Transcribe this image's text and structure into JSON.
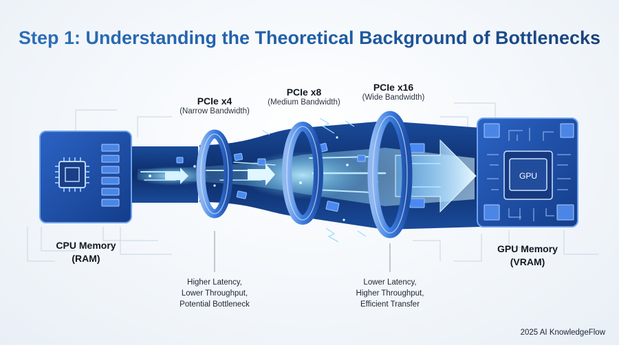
{
  "title": "Step 1: Understanding the Theoretical Background of Bottlenecks",
  "lanes": [
    {
      "name": "PCIe x4",
      "sub": "(Narrow Bandwidth)"
    },
    {
      "name": "PCIe x8",
      "sub": "(Medium Bandwidth)"
    },
    {
      "name": "PCIe x16",
      "sub": "(Wide Bandwidth)"
    }
  ],
  "cpu": {
    "line1": "CPU Memory",
    "line2": "(RAM)"
  },
  "gpu": {
    "line1": "GPU Memory",
    "line2": "(VRAM)",
    "chip": "GPU"
  },
  "notes": {
    "left": [
      "Higher Latency,",
      "Lower Throughput,",
      "Potential Bottleneck"
    ],
    "right": [
      "Lower Latency,",
      "Higher Throughput,",
      "Efficient Transfer"
    ]
  },
  "footer": "2025 AI KnowledgeFlow",
  "colors": {
    "title_start": "#2f6fb8",
    "title_end": "#1a3f78",
    "tube_dark": "#0d2c68",
    "glow": "#6fd2ff",
    "ring": "#3e7fe0"
  }
}
